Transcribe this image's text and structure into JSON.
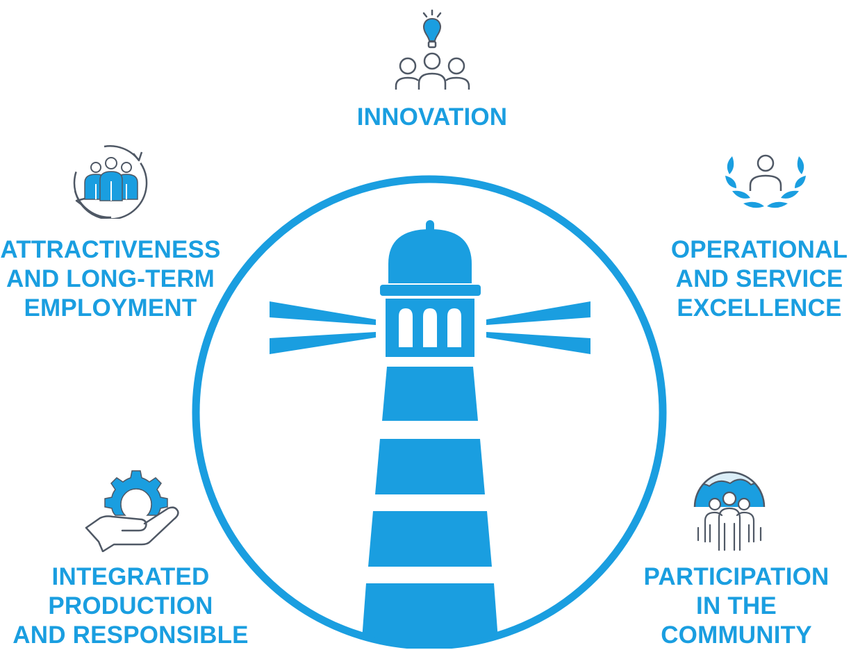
{
  "colors": {
    "accent": "#1a9ee0",
    "icon_stroke": "#4f5865",
    "background": "#ffffff"
  },
  "pillars": {
    "innovation": {
      "lines": [
        "INNOVATION"
      ],
      "icon": "lightbulb-team-icon"
    },
    "attractiveness": {
      "lines": [
        "ATTRACTIVENESS",
        "AND LONG-TERM",
        "EMPLOYMENT"
      ],
      "icon": "team-cycle-icon"
    },
    "operational": {
      "lines": [
        "OPERATIONAL",
        "AND SERVICE",
        "EXCELLENCE"
      ],
      "icon": "laurel-person-icon"
    },
    "integrated": {
      "lines": [
        "INTEGRATED",
        "PRODUCTION",
        "AND RESPONSIBLE"
      ],
      "icon": "gear-hand-icon"
    },
    "participation": {
      "lines": [
        "PARTICIPATION",
        "IN THE",
        "COMMUNITY"
      ],
      "icon": "community-icon"
    }
  },
  "center": {
    "icon": "lighthouse-icon"
  }
}
